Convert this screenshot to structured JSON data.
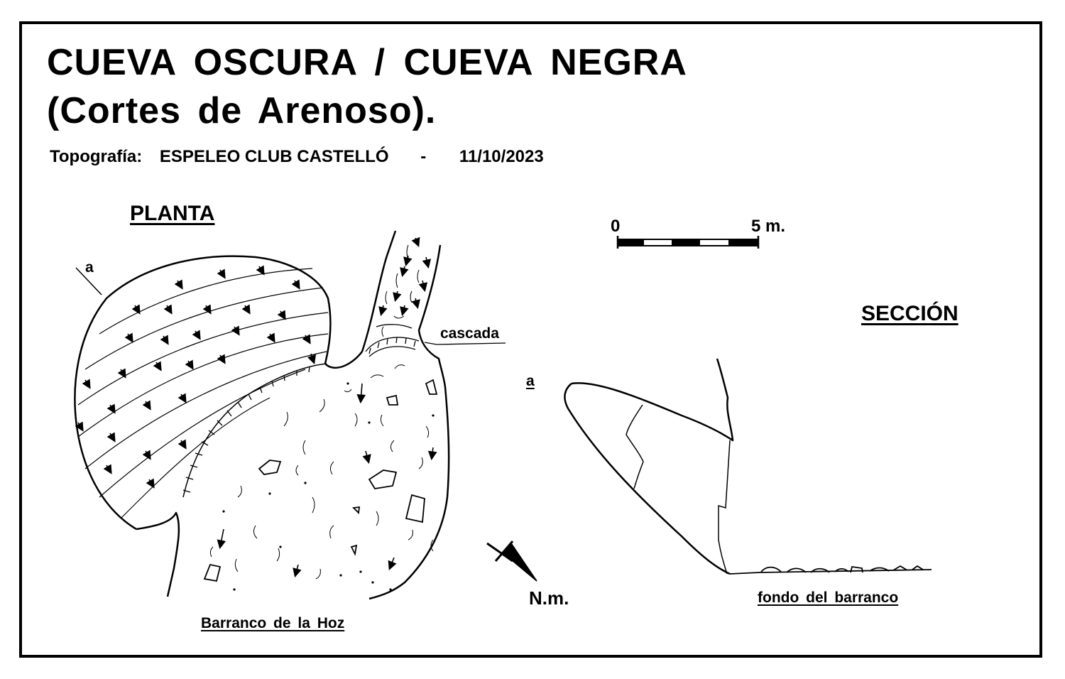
{
  "header": {
    "title_line1": "CUEVA  OSCURA   /   CUEVA  NEGRA",
    "title_line2": "(Cortes  de  Arenoso).",
    "credit_label": "Topografía:",
    "credit_club": "ESPELEO CLUB CASTELLÓ",
    "credit_sep": "-",
    "credit_date": "11/10/2023"
  },
  "plan": {
    "heading": "PLANTA",
    "section_mark": "a",
    "waterfall_label": "cascada",
    "ravine_label": "Barranco  de  la  Hoz",
    "north_label": "N.m."
  },
  "scale": {
    "start_label": "0",
    "end_label": "5 m."
  },
  "section": {
    "heading": "SECCIÓN",
    "mark": "a",
    "floor_label": "fondo  del  barranco"
  }
}
